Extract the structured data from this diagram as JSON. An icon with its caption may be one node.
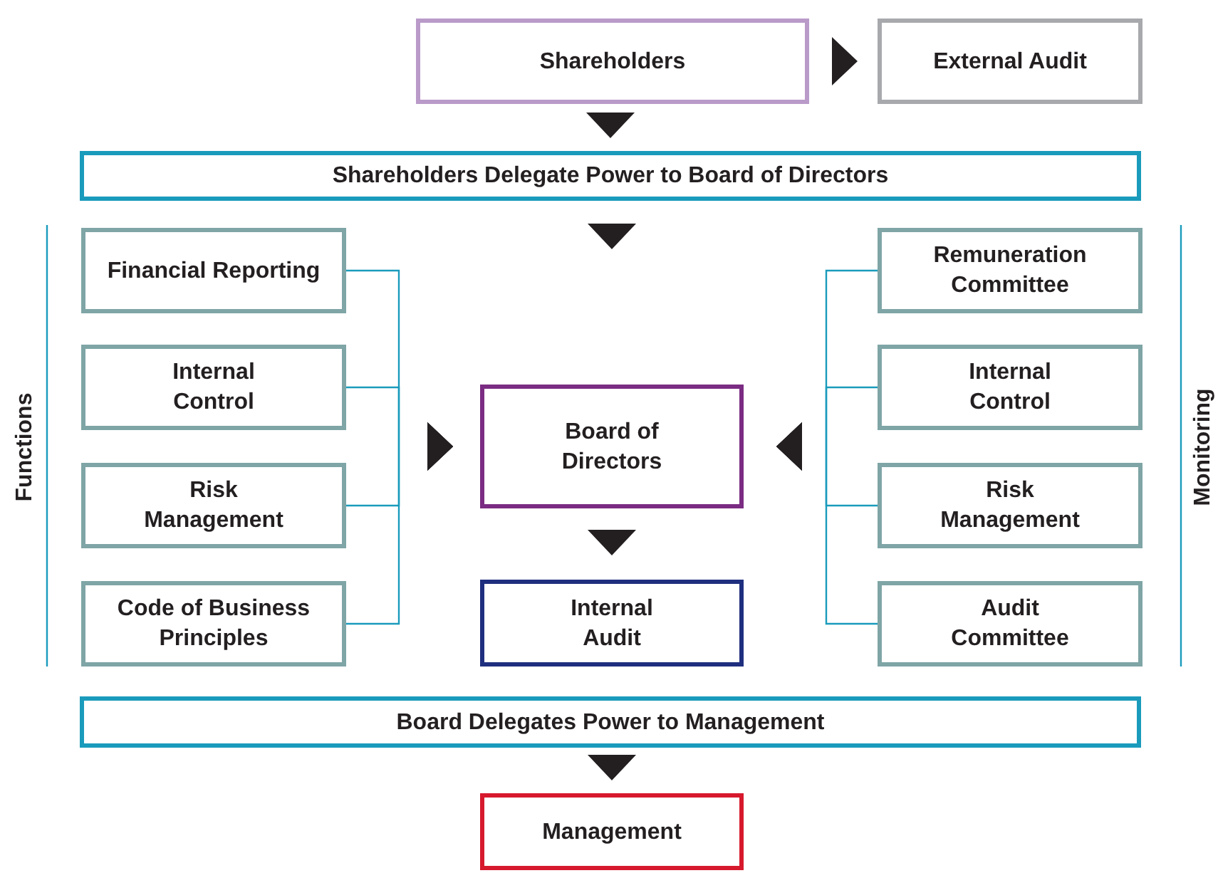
{
  "diagram": {
    "nodes": [
      {
        "text": [
          "Shareholders"
        ]
      },
      {
        "text": [
          "External Audit"
        ]
      },
      {
        "text": [
          "Shareholders Delegate Power to Board of Directors"
        ]
      },
      {
        "text": [
          "Financial Reporting"
        ]
      },
      {
        "text": [
          "Internal Control"
        ]
      },
      {
        "text": [
          "Risk Management"
        ]
      },
      {
        "text": [
          "Code of Business Principles"
        ]
      },
      {
        "text": [
          "Board of Directors"
        ]
      },
      {
        "text": [
          "Internal Audit"
        ]
      },
      {
        "text": [
          "Remuneration Committee"
        ]
      },
      {
        "text": [
          "Internal Control"
        ]
      },
      {
        "text": [
          "Risk Management"
        ]
      },
      {
        "text": [
          "Audit Committee"
        ]
      },
      {
        "text": [
          "Board Delegates Power to Management"
        ]
      },
      {
        "text": [
          "Management"
        ]
      }
    ],
    "edges": [
      {
        "from": 0,
        "to": 1,
        "arrow": "to",
        "color": "#231f20"
      },
      {
        "from": 0,
        "to": 2,
        "arrow": "to",
        "color": "#231f20"
      },
      {
        "from": 2,
        "to": 7,
        "arrow": "to",
        "color": "#231f20"
      },
      {
        "from": 3,
        "to": 7,
        "arrow": "to"
      },
      {
        "from": 4,
        "to": 7,
        "arrow": "to"
      },
      {
        "from": 5,
        "to": 7,
        "arrow": "to"
      },
      {
        "from": 6,
        "to": 7,
        "arrow": "to"
      },
      {
        "from": 9,
        "to": 7,
        "arrow": "to"
      },
      {
        "from": 10,
        "to": 7,
        "arrow": "to"
      },
      {
        "from": 11,
        "to": 7,
        "arrow": "to"
      },
      {
        "from": 12,
        "to": 7,
        "arrow": "to"
      },
      {
        "from": 7,
        "to": 8,
        "arrow": "to",
        "color": "#231f20"
      },
      {
        "from": 13,
        "to": 14,
        "arrow": "to",
        "color": "#231f20"
      }
    ],
    "labels": [
      "Functions",
      "Monitoring"
    ]
  }
}
